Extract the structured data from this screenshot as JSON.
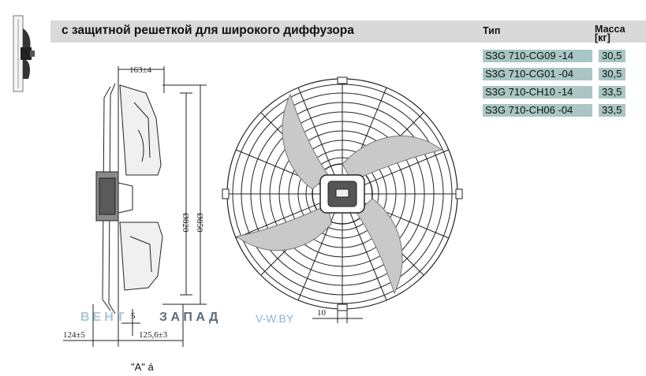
{
  "header": {
    "title": "с защитной решеткой для широкого диффузора",
    "col_type": "Тип",
    "col_mass_1": "Масса",
    "col_mass_2": "[кг]"
  },
  "rows": [
    {
      "type": "S3G 710-CG09 -14",
      "mass": "30,5"
    },
    {
      "type": "S3G 710-CG01 -04",
      "mass": "30,5"
    },
    {
      "type": "S3G 710-CH10 -14",
      "mass": "33,5"
    },
    {
      "type": "S3G 710-CH06 -04",
      "mass": "33,5"
    }
  ],
  "drawing": {
    "dim_top": "163±4",
    "dim_d1": "Ø820",
    "dim_d2": "Ø850",
    "dim_small": "5",
    "dim_left": "124±5",
    "dim_right": "125,6±3",
    "dim_10": "10"
  },
  "watermark": {
    "part1": "ВЕНТ",
    "part2": "ЗАПАД",
    "site": "V-W.BY"
  },
  "caption": "\"A\" á",
  "colors": {
    "header_bg": "#d9d9d9",
    "row_bg": "#a9c6c4"
  }
}
